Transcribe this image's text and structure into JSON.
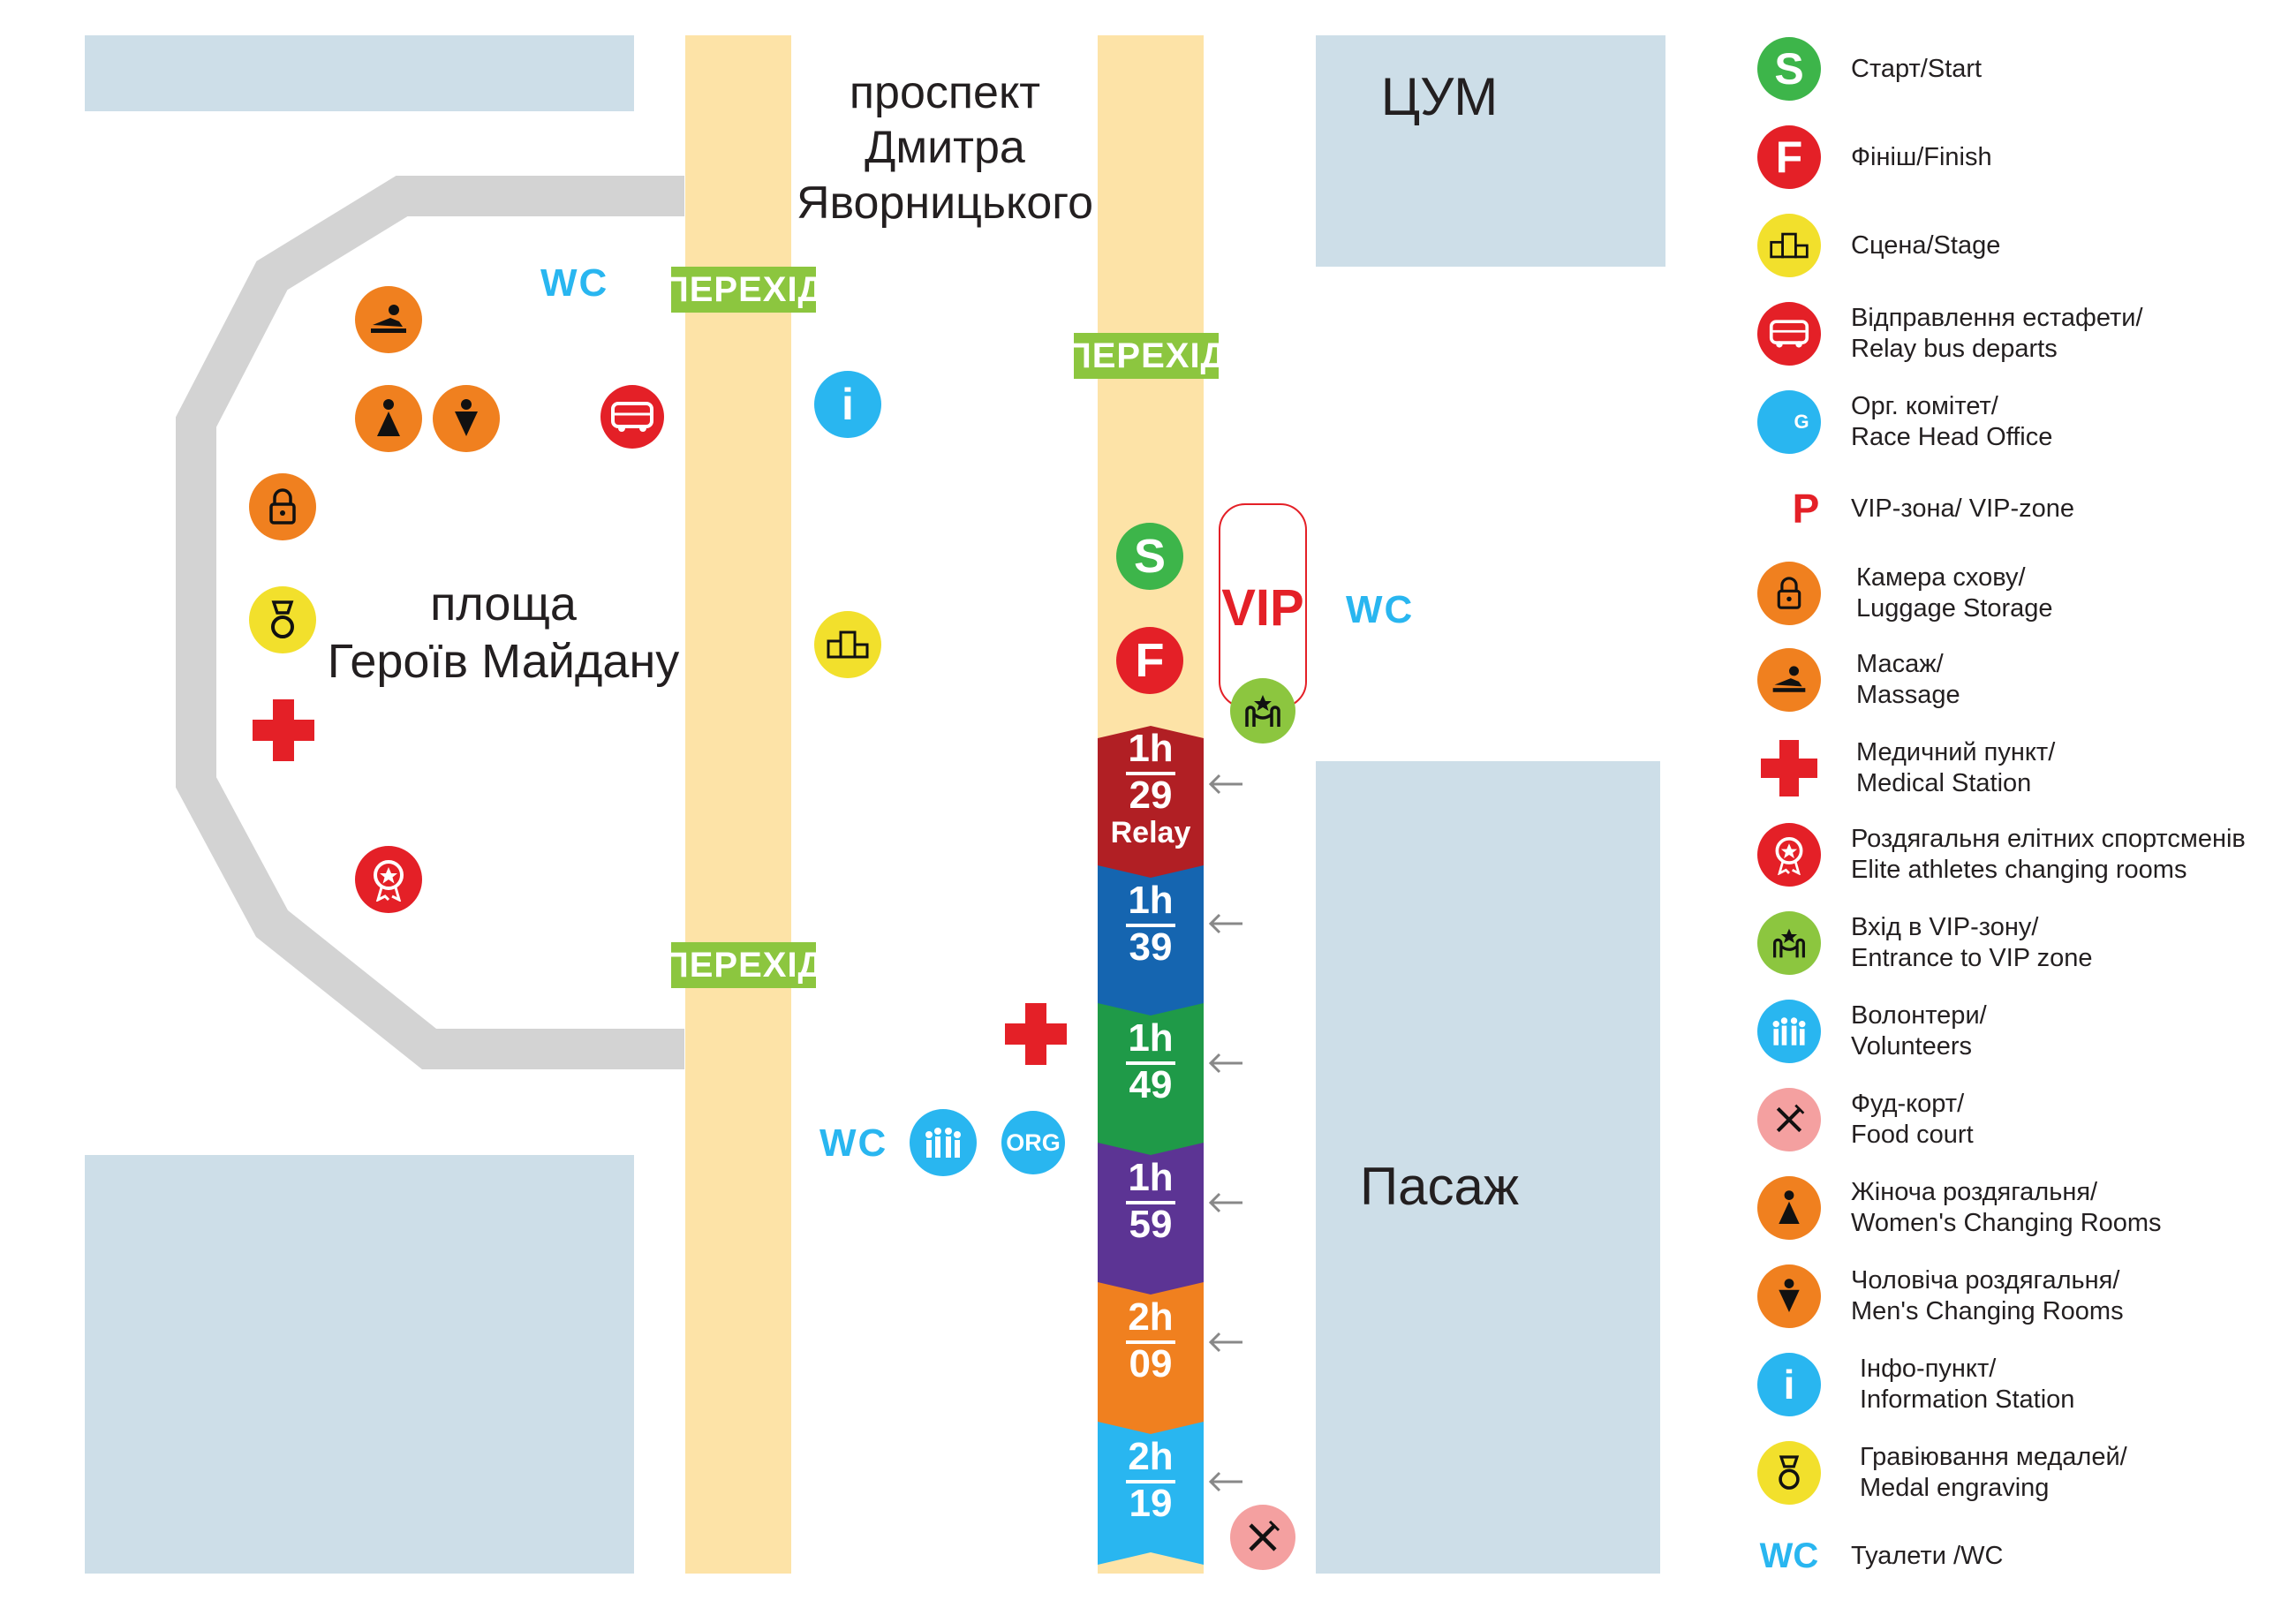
{
  "map": {
    "street_label": [
      "проспект",
      "Дмитра",
      "Яворницького"
    ],
    "tsum_label": "ЦУМ",
    "square_label": [
      "площа",
      "Героїв Майдану"
    ],
    "passage_label": "Пасаж",
    "crossing_label": "ПЕРЕХІД",
    "wc_label": "WC",
    "vip_label": "VIP",
    "org_label": "ORG",
    "info_label": "i",
    "start_letter": "S",
    "finish_letter": "F",
    "corrals": [
      {
        "top": "1h",
        "bottom": "29",
        "extra": "Relay",
        "color": "#b11f24"
      },
      {
        "top": "1h",
        "bottom": "39",
        "extra": "",
        "color": "#1565b0"
      },
      {
        "top": "1h",
        "bottom": "49",
        "extra": "",
        "color": "#1f9a48"
      },
      {
        "top": "1h",
        "bottom": "59",
        "extra": "",
        "color": "#5c3494"
      },
      {
        "top": "2h",
        "bottom": "09",
        "extra": "",
        "color": "#f0801f"
      },
      {
        "top": "2h",
        "bottom": "19",
        "extra": "",
        "color": "#29b6f0"
      }
    ],
    "colors": {
      "block": "#cddee8",
      "road": "#fde3a7",
      "crossing": "#8cc63f",
      "square_ring": "#d3d3d3",
      "orange": "#f0801f",
      "red": "#e42027",
      "yellow": "#f2e02c",
      "green": "#3db54a",
      "blue": "#29b6f0",
      "pink": "#f4a0a0",
      "lime": "#8cc63f"
    }
  },
  "legend": [
    {
      "icon": "start-icon",
      "lines": [
        "Старт/Start"
      ]
    },
    {
      "icon": "finish-icon",
      "lines": [
        "Фініш/Finish"
      ]
    },
    {
      "icon": "stage-icon",
      "lines": [
        "Сцена/Stage"
      ]
    },
    {
      "icon": "bus-icon",
      "lines": [
        "Відправлення естафети/",
        "Relay bus departs"
      ]
    },
    {
      "icon": "org-icon",
      "lines": [
        "Орг. комітет/",
        "Race Head Office"
      ]
    },
    {
      "icon": "vip-p-icon",
      "lines": [
        "VIP-зона/ VIP-zone"
      ]
    },
    {
      "icon": "lock-icon",
      "lines": [
        "Камера схову/",
        "Luggage Storage"
      ]
    },
    {
      "icon": "massage-icon",
      "lines": [
        "Масаж/",
        "Massage"
      ]
    },
    {
      "icon": "medical-cross-icon",
      "lines": [
        "Медичний пункт/",
        "Medical Station"
      ]
    },
    {
      "icon": "elite-badge-icon",
      "lines": [
        "Роздягальня елітних спортсменів",
        "Elite athletes changing rooms"
      ]
    },
    {
      "icon": "vip-entrance-icon",
      "lines": [
        "Вхід в VIP-зону/",
        "Entrance to VIP zone"
      ]
    },
    {
      "icon": "volunteers-icon",
      "lines": [
        "Волонтери/",
        "Volunteers"
      ]
    },
    {
      "icon": "food-court-icon",
      "lines": [
        "Фуд-корт/",
        "Food court"
      ]
    },
    {
      "icon": "women-icon",
      "lines": [
        "Жіноча роздягальня/",
        "Women's Changing Rooms"
      ]
    },
    {
      "icon": "men-icon",
      "lines": [
        "Чоловіча роздягальня/",
        "Men's Changing Rooms"
      ]
    },
    {
      "icon": "info-icon",
      "lines": [
        "Інфо-пункт/",
        "Information Station"
      ]
    },
    {
      "icon": "medal-icon",
      "lines": [
        "Гравіювання медалей/",
        "Medal engraving"
      ]
    },
    {
      "icon": "wc-icon",
      "lines": [
        "Туалети /WC"
      ]
    }
  ]
}
